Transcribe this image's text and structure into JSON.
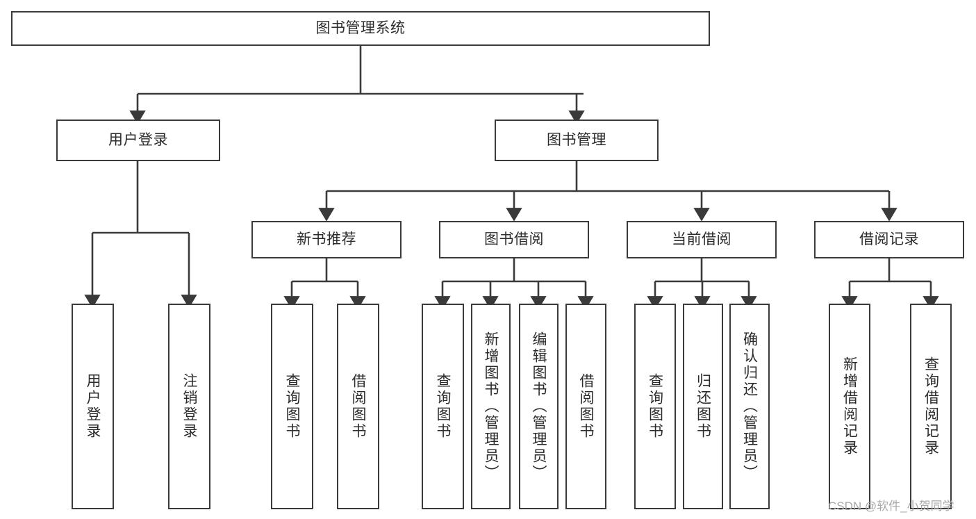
{
  "diagram": {
    "title": "图书管理系统",
    "type": "tree-hierarchy-chart",
    "line_color": "#3a3a3a",
    "box_fill": "#ffffff",
    "text_color": "#2b2b2b",
    "root": {
      "id": "root",
      "label": "图书管理系统"
    },
    "level1": [
      {
        "id": "user-login",
        "label": "用户登录"
      },
      {
        "id": "book-management",
        "label": "图书管理"
      }
    ],
    "level2": [
      {
        "id": "new-book-recommend",
        "label": "新书推荐",
        "parent": "book-management"
      },
      {
        "id": "book-borrow",
        "label": "图书借阅",
        "parent": "book-management"
      },
      {
        "id": "current-borrow",
        "label": "当前借阅",
        "parent": "book-management"
      },
      {
        "id": "borrow-record",
        "label": "借阅记录",
        "parent": "book-management"
      }
    ],
    "leaves": [
      {
        "id": "leaf-user-login",
        "label": "用户登录",
        "parent": "user-login"
      },
      {
        "id": "leaf-logout-login",
        "label": "注销登录",
        "parent": "user-login"
      },
      {
        "id": "leaf-query-book-1",
        "label": "查询图书",
        "parent": "new-book-recommend"
      },
      {
        "id": "leaf-borrow-book-1",
        "label": "借阅图书",
        "parent": "new-book-recommend"
      },
      {
        "id": "leaf-query-book-2",
        "label": "查询图书",
        "parent": "book-borrow"
      },
      {
        "id": "leaf-add-book-admin",
        "label": "新增图书（管理员）",
        "parent": "book-borrow"
      },
      {
        "id": "leaf-edit-book-admin",
        "label": "编辑图书（管理员）",
        "parent": "book-borrow"
      },
      {
        "id": "leaf-borrow-book-2",
        "label": "借阅图书",
        "parent": "book-borrow"
      },
      {
        "id": "leaf-query-book-3",
        "label": "查询图书",
        "parent": "current-borrow"
      },
      {
        "id": "leaf-return-book",
        "label": "归还图书",
        "parent": "current-borrow"
      },
      {
        "id": "leaf-confirm-return-admin",
        "label": "确认归还（管理员）",
        "parent": "current-borrow"
      },
      {
        "id": "leaf-add-borrow-record",
        "label": "新增借阅记录",
        "parent": "borrow-record"
      },
      {
        "id": "leaf-query-borrow-record",
        "label": "查询借阅记录",
        "parent": "borrow-record"
      }
    ]
  },
  "watermark": {
    "text": "CSDN @软件_小贺同学"
  }
}
